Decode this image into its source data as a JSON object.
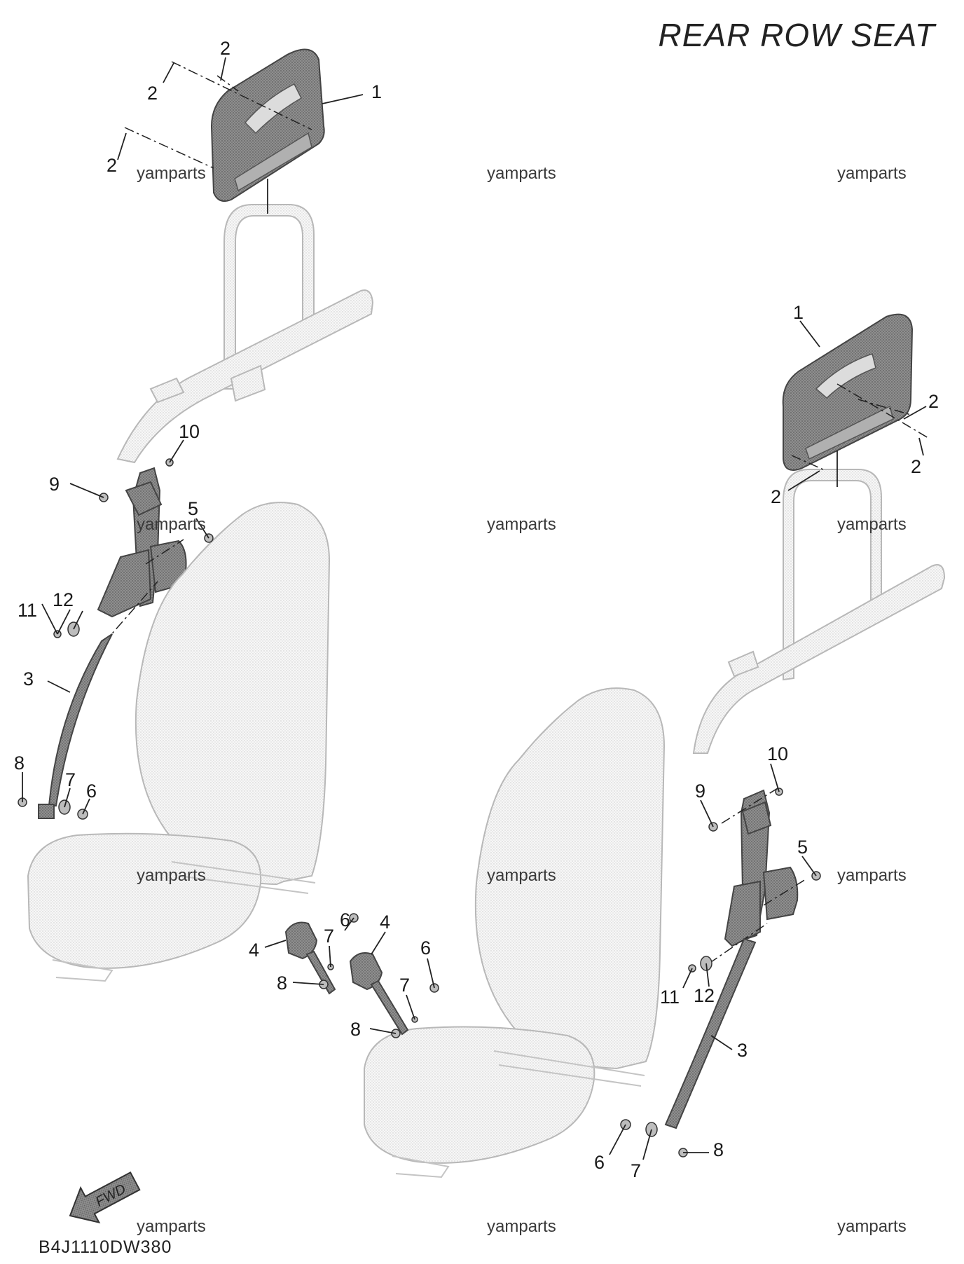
{
  "title": "REAR ROW SEAT",
  "diagram_code": "B4J1110DW380",
  "direction_label": "FWD",
  "watermark": "yamparts",
  "callouts": {
    "c1": "1",
    "c2": "2",
    "c3": "3",
    "c4": "4",
    "c5": "5",
    "c6": "6",
    "c7": "7",
    "c8": "8",
    "c9": "9",
    "c10": "10",
    "c11": "11",
    "c12": "12"
  }
}
